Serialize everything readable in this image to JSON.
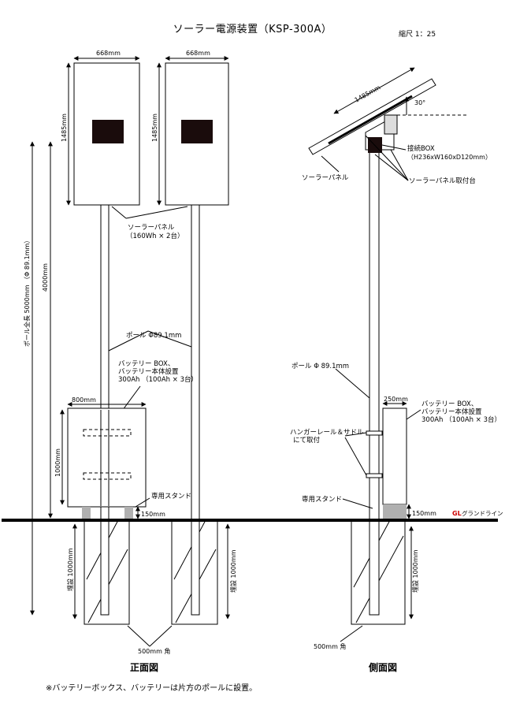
{
  "title": "ソーラー電源装置（KSP-300A）",
  "scale": "縮尺 1：25",
  "front": {
    "heading": "正面図",
    "panel_width": "668mm",
    "panel_height": "1485mm",
    "panel_label_1": "ソーラーパネル",
    "panel_label_2": "（160Wh × 2台）",
    "pole_total": "ポール全長 5000mm （Φ 89.1mm）",
    "pole_above": "4000mm",
    "pole_label": "ポール Φ89.1mm",
    "battery_label_1": "バッテリー BOX、",
    "battery_label_2": "バッテリー本体設置",
    "battery_label_3": "300Ah （100Ah × 3台）",
    "box_width": "800mm",
    "box_height": "1000mm",
    "stand_label": "専用スタンド",
    "stand_height": "150mm",
    "buried_1": "埋設 1000mm",
    "buried_2": "埋設 1000mm",
    "foundation": "500mm 角"
  },
  "side": {
    "heading": "側面図",
    "panel_length": "1485mm",
    "angle": "30°",
    "junction_1": "接続BOX",
    "junction_2": "（H236xW160xD120mm）",
    "panel_label": "ソーラーパネル",
    "mount_label": "ソーラーパネル取付台",
    "pole_label": "ポール Φ 89.1mm",
    "box_width": "250mm",
    "battery_label_1": "バッテリー BOX、",
    "battery_label_2": "バッテリー本体設置",
    "battery_label_3": "300Ah （100Ah × 3台）",
    "rail_label_1": "ハンガーレール＆サドル",
    "rail_label_2": "にて取付",
    "stand_label": "専用スタンド",
    "stand_height": "150mm",
    "ground_prefix": "GL",
    "ground_label": "グランドライン",
    "buried": "埋設 1000mm",
    "foundation": "500mm 角"
  },
  "footnote": "※バッテリーボックス、バッテリーは片方のポールに設置。",
  "colors": {
    "line": "#000000",
    "stand": "#b0b0b0",
    "gl": "#cc0000"
  }
}
